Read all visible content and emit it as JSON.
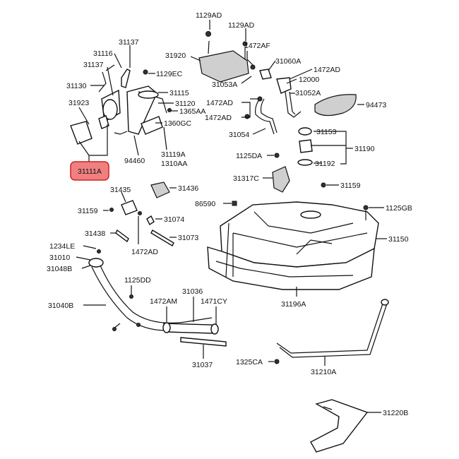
{
  "labels": {
    "p1129AD_a": "1129AD",
    "p1129AD_b": "1129AD",
    "p31137_a": "31137",
    "p31116": "31116",
    "p31137_b": "31137",
    "p31920": "31920",
    "p1472AF": "1472AF",
    "p31060A": "31060A",
    "p1472AD_a": "1472AD",
    "p12000": "12000",
    "p1129EC": "1129EC",
    "p31130": "31130",
    "p31115": "31115",
    "p31053A": "31053A",
    "p31052A": "31052A",
    "p31120": "31120",
    "p31923": "31923",
    "p1365AA": "1365AA",
    "p1472AD_b": "1472AD",
    "p94473": "94473",
    "p1472AD_c": "1472AD",
    "p1360GC": "1360GC",
    "p31054": "31054",
    "p31153": "31153",
    "p31119A": "31119A",
    "p94460": "94460",
    "p1310AA": "1310AA",
    "p1125DA": "1125DA",
    "p31190": "31190",
    "p31192": "31192",
    "p31111A": "31111A",
    "p31317C": "31317C",
    "p31159_a": "31159",
    "p31435": "31435",
    "p31436": "31436",
    "p86590": "86590",
    "p1125GB": "1125GB",
    "p31159_b": "31159",
    "p31074": "31074",
    "p31438": "31438",
    "p31073": "31073",
    "p31150": "31150",
    "p1472AD_d": "1472AD",
    "p1234LE": "1234LE",
    "p31010": "31010",
    "p31048B": "31048B",
    "p1125DD": "1125DD",
    "p31036": "31036",
    "p1472AM": "1472AM",
    "p1471CY": "1471CY",
    "p31040B": "31040B",
    "p31196A": "31196A",
    "p31037": "31037",
    "p1325CA": "1325CA",
    "p31210A": "31210A",
    "p31220B": "31220B"
  },
  "colors": {
    "highlight_fill": "#f08080",
    "highlight_stroke": "#cc2222",
    "line": "#111111"
  }
}
